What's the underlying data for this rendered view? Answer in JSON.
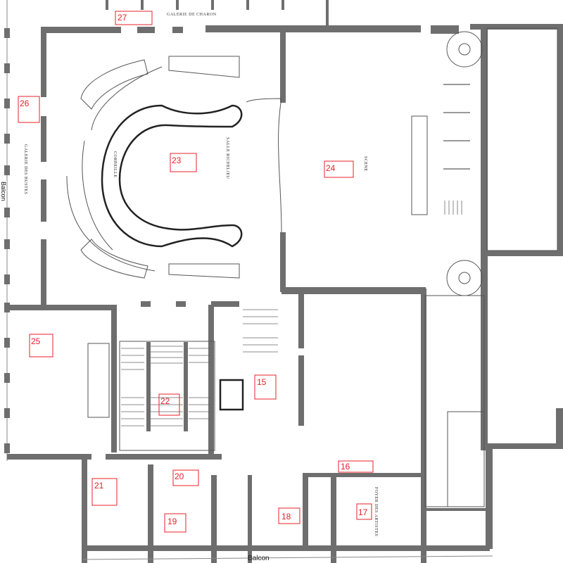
{
  "plan": {
    "labels": {
      "galerie": "GALERIE DE CHARON",
      "salle": "SALLE RICHELIEU",
      "corbeille": "CORBEILLE",
      "scene": "SCENE",
      "balcon_bottom": "Balcon",
      "balcon_left": "Balcon",
      "foyer_artistes": "FOYER DES ARTISTES",
      "galerie_bustes": "GALERIE DES BUSTES"
    },
    "rooms": [
      {
        "number": "15"
      },
      {
        "number": "16"
      },
      {
        "number": "17"
      },
      {
        "number": "18"
      },
      {
        "number": "19"
      },
      {
        "number": "20"
      },
      {
        "number": "21"
      },
      {
        "number": "22"
      },
      {
        "number": "23"
      },
      {
        "number": "24"
      },
      {
        "number": "25"
      },
      {
        "number": "26"
      },
      {
        "number": "27"
      }
    ],
    "colors": {
      "wall": "#6e6e6e",
      "marker": "#e8202a"
    }
  }
}
